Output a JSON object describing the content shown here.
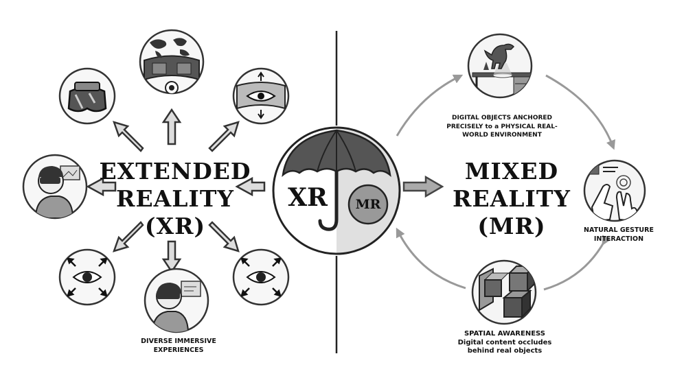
{
  "left": {
    "title_lines": [
      "EXTENDED",
      "REALITY",
      "(XR)"
    ],
    "caption_lines": [
      "DIVERSE IMMERSIVE",
      "EXPERIENCES"
    ],
    "icons": [
      "vr-headset-icon",
      "world-map-panorama-icon",
      "eye-with-arrows-panorama-icon",
      "person-with-ar-glasses-icon",
      "eye-expand-icon",
      "eye-expand-icon",
      "person-with-vr-headset-icon"
    ]
  },
  "center": {
    "umbrella_label": "XR",
    "circle_label": "MR"
  },
  "right": {
    "title_lines": [
      "MIXED",
      "REALITY",
      "(MR)"
    ],
    "top_caption_lines": [
      "DIGITAL OBJECTS ANCHORED",
      "PRECISELY to a PHYSICAL REAL-",
      "WORLD ENVIRONMENT"
    ],
    "side_caption_lines": [
      "NATURAL GESTURE",
      "INTERACTION"
    ],
    "bottom_caption_lines": [
      "SPATIAL AWARENESS",
      "Digital content occludes",
      "behind real objects"
    ],
    "icons": [
      "dinosaur-hologram-desk-icon",
      "hand-gesture-touch-icon",
      "cubes-occlusion-icon"
    ]
  }
}
